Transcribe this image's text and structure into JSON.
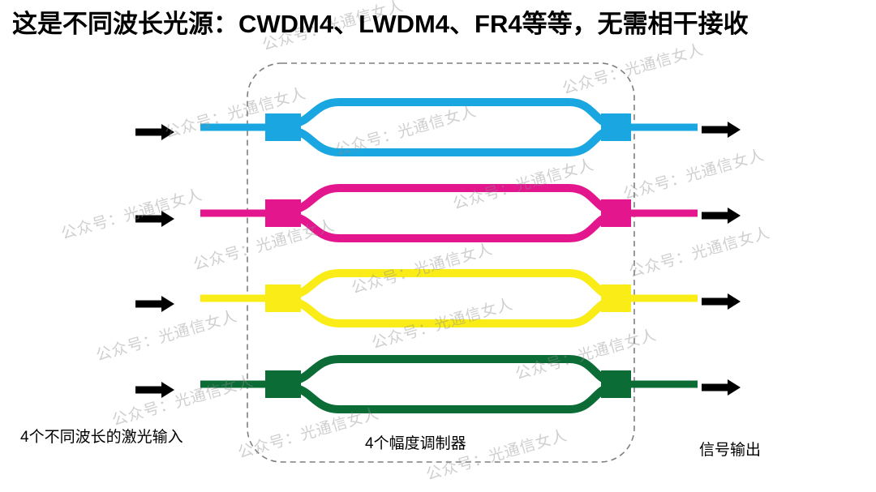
{
  "title": "这是不同波长光源：CWDM4、LWDM4、FR4等等，无需相干接收",
  "labels": {
    "input": "4个不同波长的激光输入",
    "modulators": "4个幅度调制器",
    "output": "信号输出"
  },
  "watermark": {
    "text": "公众号：光通信女人"
  },
  "modulators": [
    {
      "color": "#1AA7E1"
    },
    {
      "color": "#E4168E"
    },
    {
      "color": "#F9EC17"
    },
    {
      "color": "#0B6C36"
    }
  ],
  "colors": {
    "arrow": "#000000",
    "enclosure_border": "#7F7F7F"
  }
}
